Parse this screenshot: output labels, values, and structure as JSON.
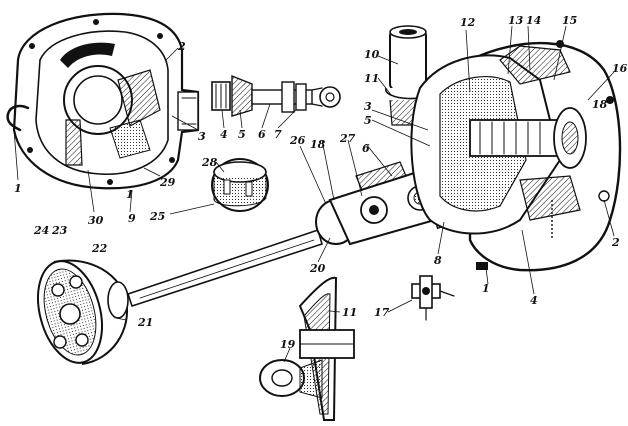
{
  "diagram": {
    "labels": {
      "l1a": "1",
      "l1b": "1",
      "l1c": "1",
      "l2a": "2",
      "l2b": "2",
      "l3a": "3",
      "l3b": "3",
      "l4a": "4",
      "l4b": "4",
      "l5a": "5",
      "l5b": "5",
      "l6a": "6",
      "l6b": "6",
      "l7": "7",
      "l8": "8",
      "l9": "9",
      "l10": "10",
      "l11a": "11",
      "l11b": "11",
      "l12": "12",
      "l13": "13",
      "l14": "14",
      "l15": "15",
      "l16": "16",
      "l17": "17",
      "l18a": "18",
      "l18b": "18",
      "l19": "19",
      "l20": "20",
      "l21": "21",
      "l22": "22",
      "l23": "23",
      "l24": "24",
      "l25": "25",
      "l26": "26",
      "l27": "27",
      "l28": "28",
      "l29": "29",
      "l30": "30"
    }
  }
}
